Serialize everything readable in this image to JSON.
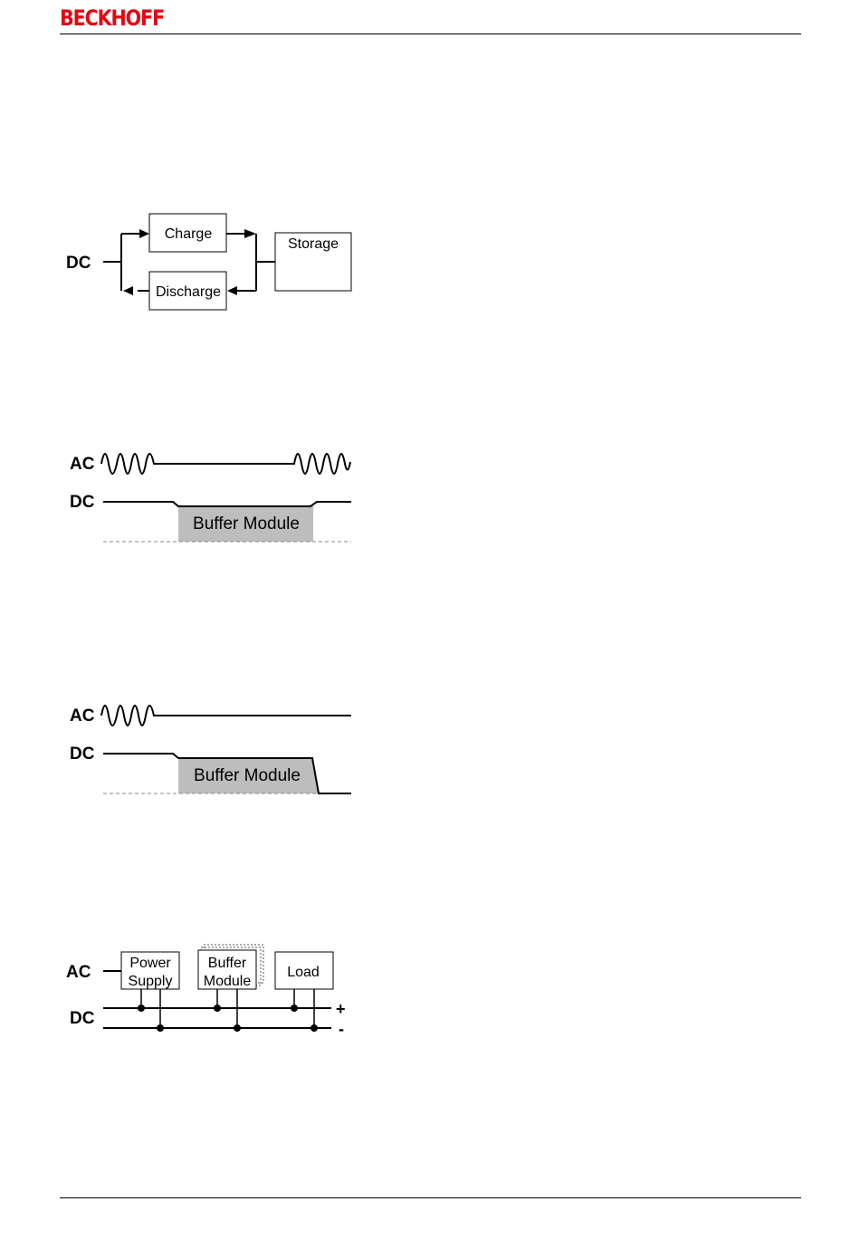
{
  "header": {
    "logo": "BECKHOFF"
  },
  "figure1": {
    "dc": "DC",
    "charge": "Charge",
    "discharge": "Discharge",
    "storage": "Storage"
  },
  "figure2": {
    "ac": "AC",
    "dc": "DC",
    "buffer": "Buffer Module"
  },
  "figure3": {
    "ac": "AC",
    "dc": "DC",
    "buffer": "Buffer Module"
  },
  "figure4": {
    "ac": "AC",
    "dc": "DC",
    "power_line1": "Power",
    "power_line2": "Supply",
    "buffer_line1": "Buffer",
    "buffer_line2": "Module",
    "load": "Load",
    "plus": "+",
    "minus": "-"
  }
}
